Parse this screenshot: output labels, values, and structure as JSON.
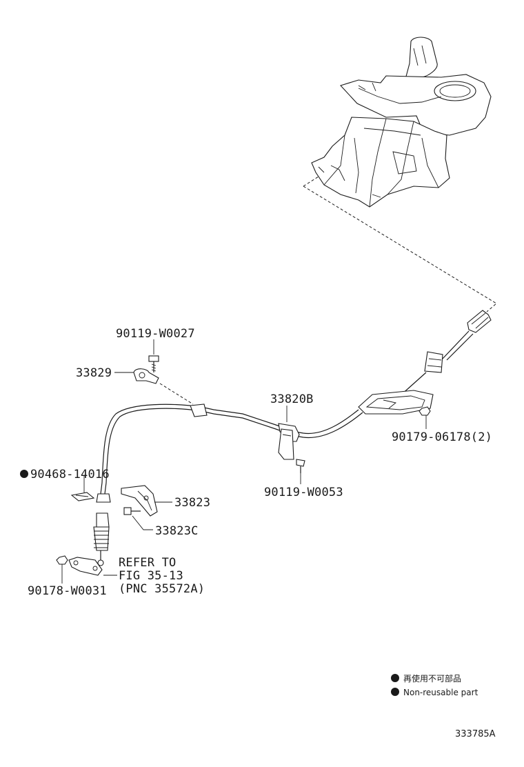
{
  "diagram": {
    "callouts": {
      "bolt_top": "90119-W0027",
      "clamp": "33829",
      "cable_assy": "33820B",
      "nut_bracket": "90179-06178(2)",
      "clip": "90468-14016",
      "bracket": "33823",
      "bolt_bracket": "33823C",
      "bolt_mid": "90119-W0053",
      "nut_lever": "90178-W0031",
      "refer_line1": "REFER TO",
      "refer_line2": "FIG 35-13",
      "refer_line3": "(PNC 35572A)"
    },
    "legend": {
      "jp": "再使用不可部品",
      "en": "Non-reusable part"
    },
    "figure_code": "333785A"
  }
}
